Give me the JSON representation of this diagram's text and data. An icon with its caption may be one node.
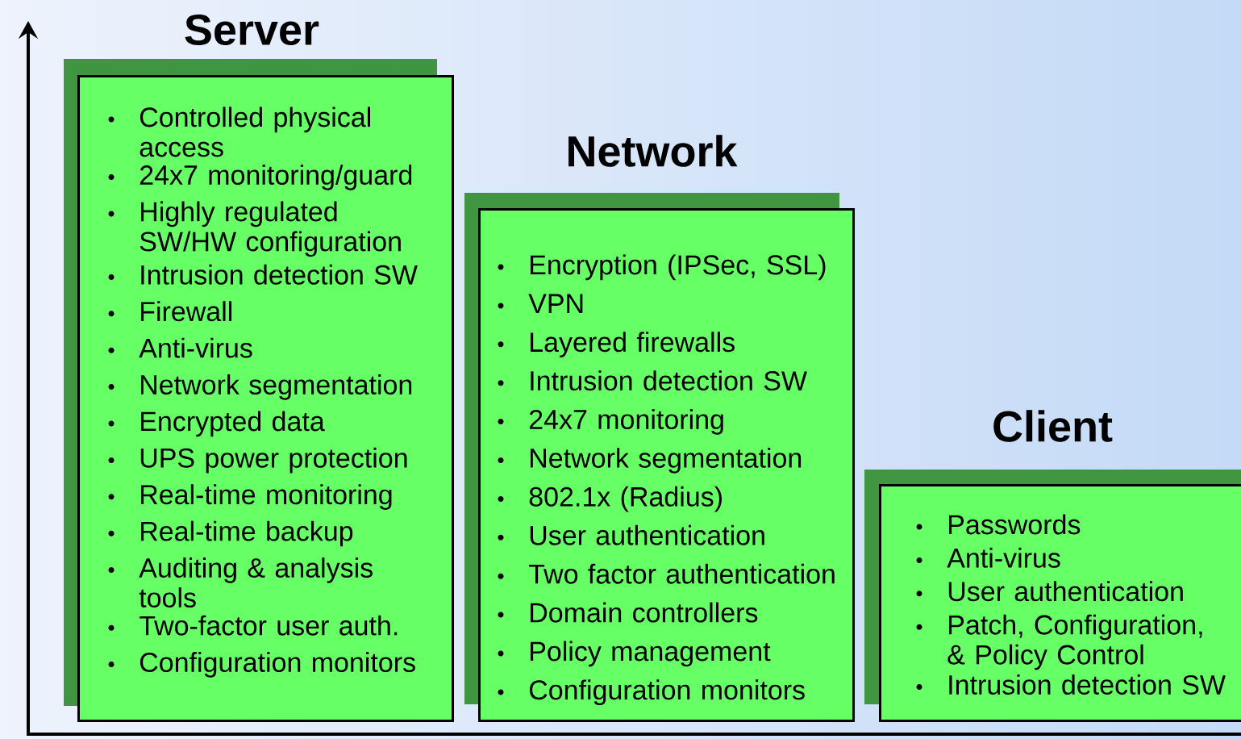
{
  "diagram": {
    "nodes": [
      {
        "text": [
          "Server",
          "Controlled physical access",
          "24x7 monitoring/guard",
          "Highly regulated SW/HW configuration",
          "Intrusion detection SW",
          "Firewall",
          "Anti-virus",
          "Network segmentation",
          "Encrypted data",
          "UPS power protection",
          "Real-time monitoring",
          "Real-time backup",
          "Auditing & analysis tools",
          "Two-factor user auth.",
          "Configuration monitors"
        ]
      },
      {
        "text": [
          "Network",
          "Encryption (IPSec, SSL)",
          "VPN",
          "Layered firewalls",
          "Intrusion detection SW",
          "24x7 monitoring",
          "Network segmentation",
          "802.1x  (Radius)",
          "User authentication",
          "Two factor authentication",
          "Domain controllers",
          "Policy management",
          "Configuration monitors"
        ]
      },
      {
        "text": [
          "Client",
          "Passwords",
          "Anti-virus",
          "User authentication",
          "Patch, Configuration, & Policy Control",
          "Intrusion detection SW"
        ]
      }
    ]
  }
}
